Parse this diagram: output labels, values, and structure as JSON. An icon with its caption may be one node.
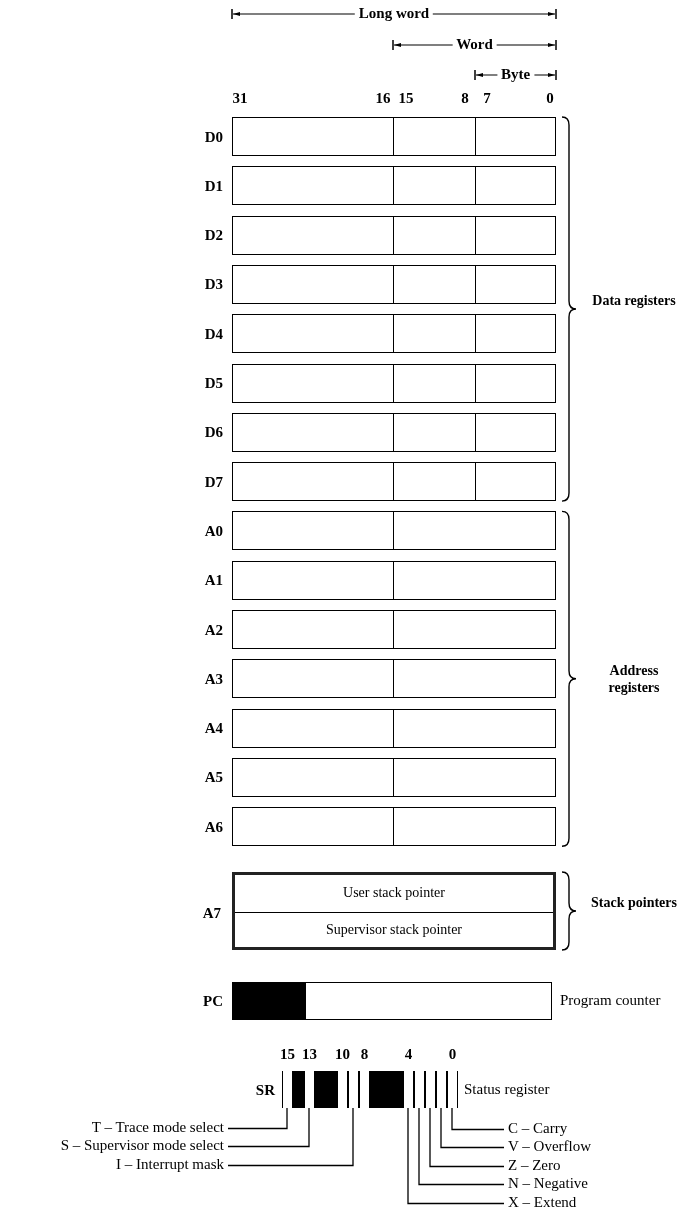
{
  "diagram": {
    "nodes": [
      {
        "text": [
          "D0"
        ]
      },
      {
        "text": [
          "D1"
        ]
      },
      {
        "text": [
          "D2"
        ]
      },
      {
        "text": [
          "D3"
        ]
      },
      {
        "text": [
          "D4"
        ]
      },
      {
        "text": [
          "D5"
        ]
      },
      {
        "text": [
          "D6"
        ]
      },
      {
        "text": [
          "D7"
        ]
      },
      {
        "text": [
          "A0"
        ]
      },
      {
        "text": [
          "A1"
        ]
      },
      {
        "text": [
          "A2"
        ]
      },
      {
        "text": [
          "A3"
        ]
      },
      {
        "text": [
          "A4"
        ]
      },
      {
        "text": [
          "A5"
        ]
      },
      {
        "text": [
          "A6"
        ]
      },
      {
        "text": [
          "A7"
        ]
      },
      {
        "text": [
          "User stack pointer"
        ],
        "in": 15
      },
      {
        "text": [
          "Supervisor stack pointer"
        ],
        "in": 15
      },
      {
        "text": [
          "PC"
        ],
        "beside": [
          "Program counter"
        ]
      },
      {
        "text": [
          "SR"
        ],
        "beside": [
          "Status register"
        ]
      },
      {
        "text": [],
        "shape": "box",
        "in": 19
      },
      {
        "text": [],
        "shape": "box",
        "in": 19
      },
      {
        "text": [],
        "shape": "box",
        "in": 19
      },
      {
        "text": [],
        "shape": "box",
        "in": 19
      },
      {
        "text": [],
        "shape": "box",
        "in": 19
      },
      {
        "text": [],
        "shape": "box",
        "in": 19
      },
      {
        "text": [],
        "shape": "box",
        "in": 19
      },
      {
        "text": [],
        "shape": "box",
        "in": 19
      },
      {
        "text": [],
        "shape": "box",
        "in": 19
      },
      {
        "text": [],
        "shape": "box",
        "in": 19
      },
      {
        "text": [
          "T – Trace mode select"
        ]
      },
      {
        "text": [
          "S – Supervisor mode select"
        ]
      },
      {
        "text": [
          "I – Interrupt mask"
        ]
      },
      {
        "text": [
          "C – Carry"
        ]
      },
      {
        "text": [
          "V – Overflow"
        ]
      },
      {
        "text": [
          "Z – Zero"
        ]
      },
      {
        "text": [
          "N – Negative"
        ]
      },
      {
        "text": [
          "X – Extend"
        ]
      }
    ],
    "edges": [
      {
        "from": 30,
        "to": 20,
        "arrow": "none"
      },
      {
        "from": 31,
        "to": 21,
        "arrow": "none"
      },
      {
        "from": 32,
        "to": 23,
        "arrow": "none"
      },
      {
        "from": 33,
        "to": 29,
        "arrow": "none"
      },
      {
        "from": 34,
        "to": 28,
        "arrow": "none"
      },
      {
        "from": 35,
        "to": 27,
        "arrow": "none"
      },
      {
        "from": 36,
        "to": 26,
        "arrow": "none"
      },
      {
        "from": 37,
        "to": 25,
        "arrow": "none"
      }
    ],
    "labels": [
      "Long word",
      "Word",
      "Byte",
      "31",
      "16",
      "15",
      "8",
      "7",
      "0",
      "Data registers",
      "Address registers",
      "Stack pointers",
      "15",
      "13",
      "10",
      "8",
      "4",
      "0"
    ]
  }
}
